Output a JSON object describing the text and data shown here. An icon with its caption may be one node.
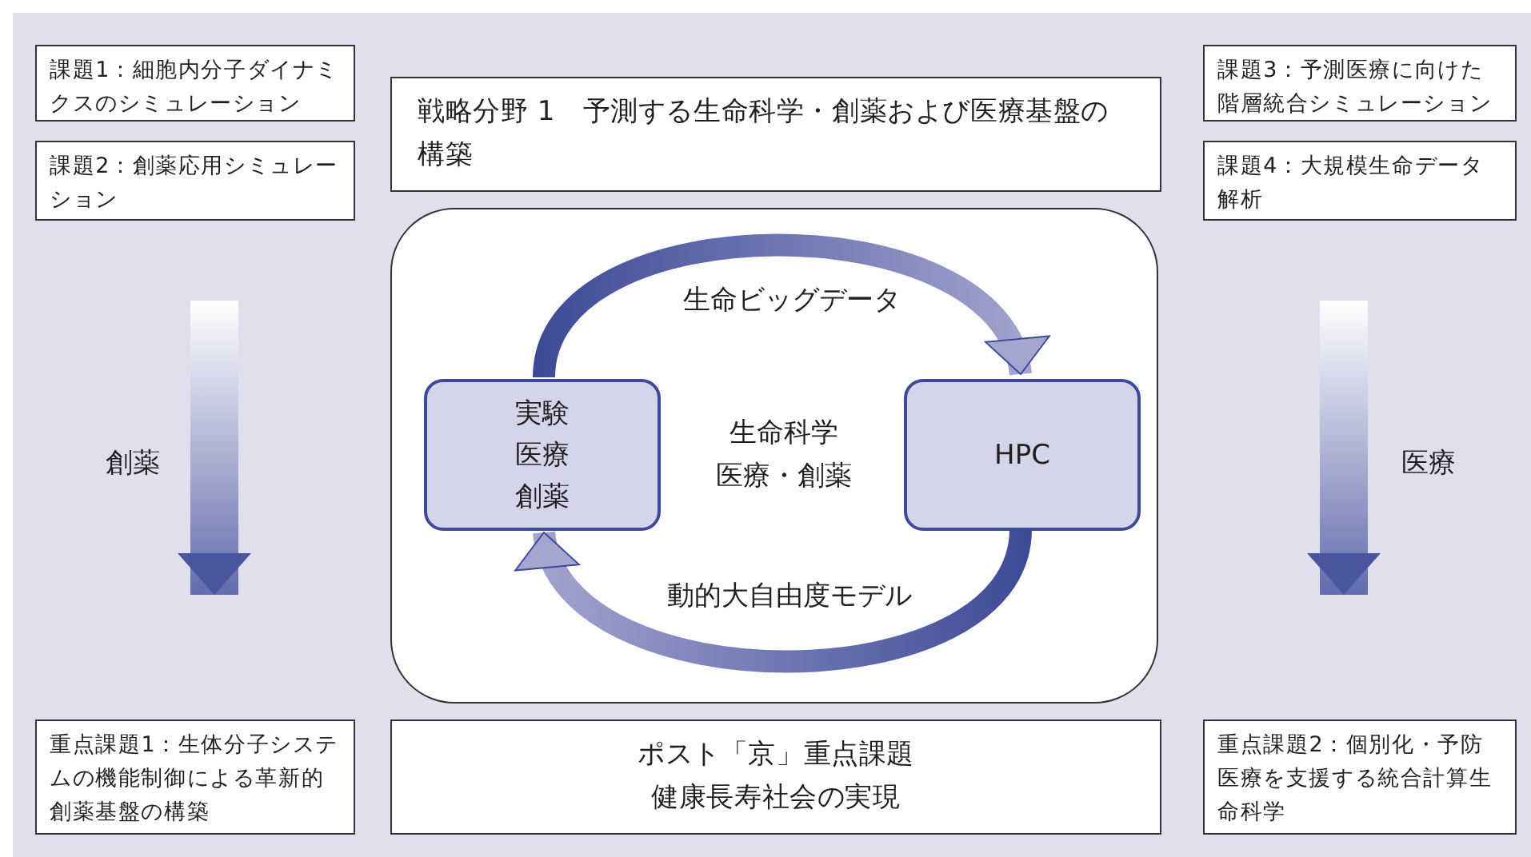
{
  "diagram": {
    "nodes": [
      {
        "text": [
          "課題1：細胞内分子ダイナミクスのシミュレーション"
        ]
      },
      {
        "text": [
          "課題2：創薬応用シミュレーション"
        ]
      },
      {
        "text": [
          "戦略分野 1　予測する生命科学・創薬および医療基盤の構築"
        ]
      },
      {
        "text": [
          "課題3：予測医療に向けた階層統合シミュレーション"
        ]
      },
      {
        "text": [
          "課題4：大規模生命データ解析"
        ]
      },
      {
        "text": [],
        "shape": "box"
      },
      {
        "text": [
          "実験医療創薬"
        ],
        "in": 5
      },
      {
        "text": [
          "HPC"
        ],
        "in": 5
      },
      {
        "text": [
          "重点課題1：生体分子システムの機能制御による革新的創薬基盤の構築"
        ]
      },
      {
        "text": [
          "ポスト「京」重点課題健康長寿社会の実現"
        ]
      },
      {
        "text": [
          "重点課題2：個別化・予防医療を支援する統合計算生命科学"
        ]
      }
    ],
    "edges": [
      {
        "from": 6,
        "to": 7,
        "arrow": "to",
        "label": "生命ビッグデータ"
      },
      {
        "from": 7,
        "to": 6,
        "arrow": "to",
        "label": "動的大自由度モデル"
      },
      {
        "from": 1,
        "to": 8,
        "arrow": "to",
        "label": "創薬"
      },
      {
        "from": 4,
        "to": 10,
        "arrow": "to",
        "label": "医療"
      }
    ],
    "labels": [
      "生命科学医療・創薬"
    ]
  }
}
